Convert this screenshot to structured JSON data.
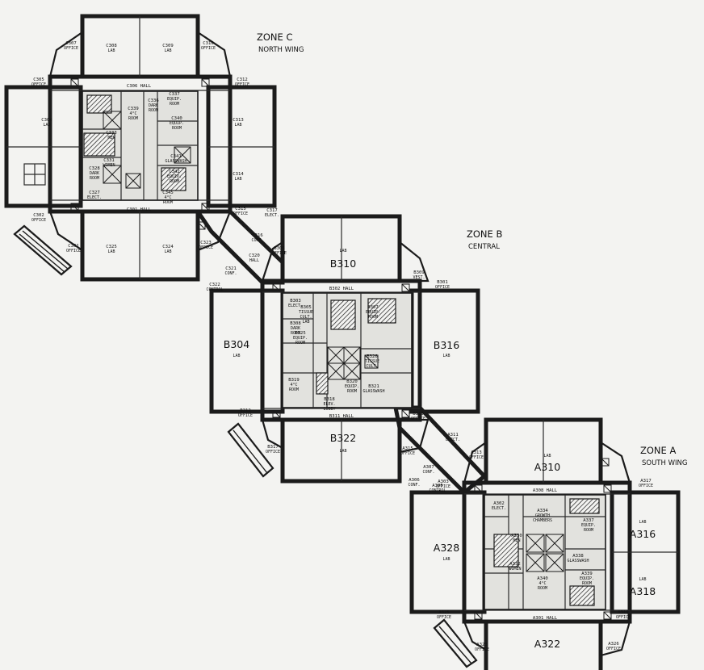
{
  "zones": [
    {
      "id": "c",
      "title": "ZONE C",
      "subtitle": "NORTH WING"
    },
    {
      "id": "b",
      "title": "ZONE B",
      "subtitle": "CENTRAL"
    },
    {
      "id": "a",
      "title": "ZONE A",
      "subtitle": "SOUTH WING"
    }
  ],
  "big_rooms": [
    {
      "id": "b310",
      "label": "B310",
      "type": "LAB"
    },
    {
      "id": "b304",
      "label": "B304",
      "type": "LAB"
    },
    {
      "id": "b316",
      "label": "B316",
      "type": "LAB"
    },
    {
      "id": "b322",
      "label": "B322",
      "type": "LAB"
    },
    {
      "id": "a310",
      "label": "A310",
      "type": "LAB"
    },
    {
      "id": "a328",
      "label": "A328",
      "type": "LAB"
    },
    {
      "id": "a316",
      "label": "A316",
      "type": "LAB"
    },
    {
      "id": "a318",
      "label": "A318",
      "type": "LAB"
    },
    {
      "id": "a322",
      "label": "A322",
      "type": ""
    }
  ],
  "rooms": [
    {
      "id": "C307",
      "type": "OFFICE"
    },
    {
      "id": "C308",
      "type": "LAB"
    },
    {
      "id": "C309",
      "type": "LAB"
    },
    {
      "id": "C310",
      "type": "OFFICE"
    },
    {
      "id": "C305",
      "type": "OFFICE"
    },
    {
      "id": "C312",
      "type": "OFFICE"
    },
    {
      "id": "C306",
      "type": "HALL"
    },
    {
      "id": "C304",
      "type": "LAB"
    },
    {
      "id": "C313",
      "type": "LAB"
    },
    {
      "id": "C303",
      "type": "LAB"
    },
    {
      "id": "C314",
      "type": "LAB"
    },
    {
      "id": "C302",
      "type": "OFFICE"
    },
    {
      "id": "C301",
      "type": "HALL"
    },
    {
      "id": "C315",
      "type": "OFFICE"
    },
    {
      "id": "C317",
      "type": "ELECT."
    },
    {
      "id": "C316",
      "type": "CONF."
    },
    {
      "id": "C301",
      "type": "OFFICE"
    },
    {
      "id": "C325",
      "type": "LAB"
    },
    {
      "id": "C324",
      "type": "LAB"
    },
    {
      "id": "C323",
      "type": "OFFICE"
    },
    {
      "id": "C321",
      "type": "CONF."
    },
    {
      "id": "C322",
      "type": "CONTROL"
    },
    {
      "id": "C320",
      "type": "HALL"
    },
    {
      "id": "C318",
      "type": "HALL"
    },
    {
      "id": "C339",
      "type": "4°C ROOM"
    },
    {
      "id": "C337",
      "type": "EQUIP. ROOM"
    },
    {
      "id": "C336",
      "type": "DARK ROOM"
    },
    {
      "id": "C340",
      "type": "EQUIP. ROOM"
    },
    {
      "id": "C333",
      "type": "MEN"
    },
    {
      "id": "C341",
      "type": "GLASSWASH"
    },
    {
      "id": "C331",
      "type": "WOMEN"
    },
    {
      "id": "C342",
      "type": "EQUIP. ROOM"
    },
    {
      "id": "C328",
      "type": "DARK ROOM"
    },
    {
      "id": "C327",
      "type": "ELECT."
    },
    {
      "id": "C345",
      "type": "4°C ROOM"
    },
    {
      "id": "B306",
      "type": "OFFICE"
    },
    {
      "id": "B309",
      "type": "VEST."
    },
    {
      "id": "B301",
      "type": "OFFICE"
    },
    {
      "id": "B302",
      "type": "HALL"
    },
    {
      "id": "B303",
      "type": "ELECT."
    },
    {
      "id": "B305",
      "type": "TISSUE CULT. LAB"
    },
    {
      "id": "B307",
      "type": "EQUIP. ROOM"
    },
    {
      "id": "B308",
      "type": "DARK ROOM"
    },
    {
      "id": "B325",
      "type": "EQUIP. ROOM"
    },
    {
      "id": "B326",
      "type": "TISSUE CULT."
    },
    {
      "id": "B319",
      "type": "4°C ROOM"
    },
    {
      "id": "B320",
      "type": "EQUIP. ROOM"
    },
    {
      "id": "B321",
      "type": "GLASSWASH"
    },
    {
      "id": "B318",
      "type": "ELEV. LOBBY"
    },
    {
      "id": "B311",
      "type": "HALL"
    },
    {
      "id": "B313",
      "type": "OFFICE"
    },
    {
      "id": "B317",
      "type": "OFFICE"
    },
    {
      "id": "B312",
      "type": "OFFICE"
    },
    {
      "id": "A315",
      "type": "OFFICE"
    },
    {
      "id": "A311",
      "type": "ELECT."
    },
    {
      "id": "A313",
      "type": "OFFICE"
    },
    {
      "id": "A307",
      "type": "CONF."
    },
    {
      "id": "A305",
      "type": "CONTROL"
    },
    {
      "id": "A306",
      "type": "CONF."
    },
    {
      "id": "A303",
      "type": "OFFICE"
    },
    {
      "id": "A308",
      "type": "HALL"
    },
    {
      "id": "A317",
      "type": "OFFICE"
    },
    {
      "id": "A302",
      "type": "ELECT."
    },
    {
      "id": "A334",
      "type": "GROWTH CHAMBERS"
    },
    {
      "id": "A337",
      "type": "EQUIP. ROOM"
    },
    {
      "id": "A330",
      "type": "MEN"
    },
    {
      "id": "A338",
      "type": "GLASSWASH"
    },
    {
      "id": "A332",
      "type": "WOMEN"
    },
    {
      "id": "A339",
      "type": "EQUIP. ROOM"
    },
    {
      "id": "A340",
      "type": "4°C ROOM"
    },
    {
      "id": "A319",
      "type": "OFFICE"
    },
    {
      "id": "A301",
      "type": "HALL"
    },
    {
      "id": "A325",
      "type": "OFFICE"
    },
    {
      "id": "A323",
      "type": "OFFICE"
    },
    {
      "id": "A326",
      "type": "OFFICE"
    }
  ],
  "hall_labels": [
    {
      "id": "c306",
      "text": "C306 HALL"
    },
    {
      "id": "c301",
      "text": "C301 HALL"
    },
    {
      "id": "b302",
      "text": "B302 HALL"
    },
    {
      "id": "b311",
      "text": "B311 HALL"
    },
    {
      "id": "a308",
      "text": "A308 HALL"
    },
    {
      "id": "a301",
      "text": "A301 HALL"
    }
  ]
}
